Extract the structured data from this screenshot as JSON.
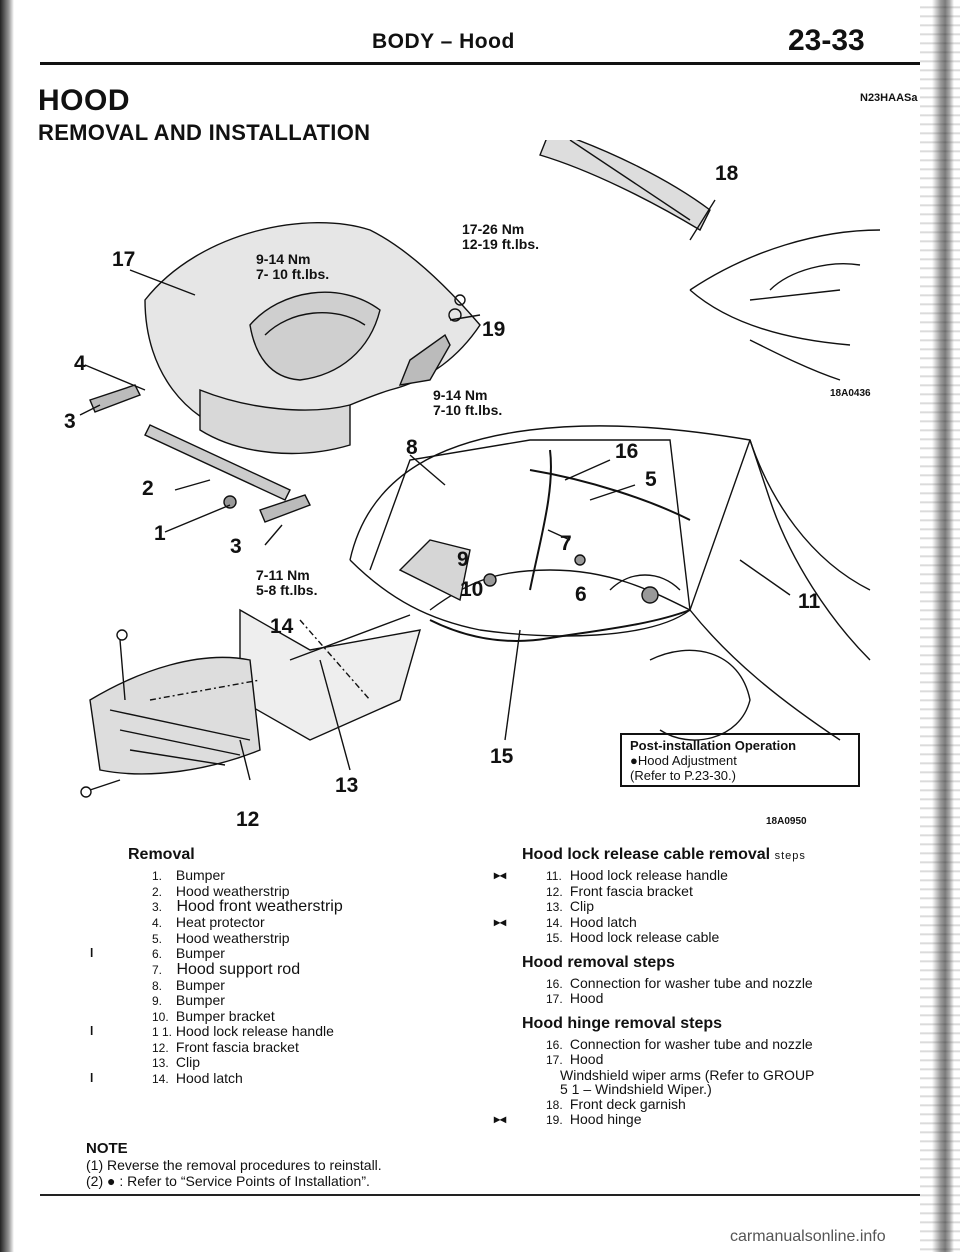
{
  "header": {
    "title": "BODY – Hood",
    "page": "23-33"
  },
  "section": {
    "title": "HOOD",
    "code": "N23HAASa",
    "subtitle": "REMOVAL AND INSTALLATION"
  },
  "diagram": {
    "callouts": [
      "1",
      "2",
      "3",
      "3",
      "4",
      "5",
      "6",
      "7",
      "8",
      "9",
      "10",
      "11",
      "12",
      "13",
      "14",
      "15",
      "16",
      "17",
      "18",
      "19"
    ],
    "torques": {
      "t1": "17-26 Nm\n12-19 ft.lbs.",
      "t2": "9-14 Nm\n7- 10 ft.lbs.",
      "t3": "9-14 Nm\n7-10 ft.lbs.",
      "t4": "7-11 Nm\n5-8 ft.lbs."
    },
    "fig_codes": [
      "18A0436",
      "18A0950"
    ],
    "post_installation": {
      "title": "Post-installation Operation",
      "line1": "●Hood Adjustment",
      "line2": "(Refer to P.23-30.)"
    }
  },
  "removal": {
    "heading": "Removal",
    "items": [
      {
        "num": "1.",
        "text": "Bumper",
        "mark": ""
      },
      {
        "num": "2.",
        "text": "Hood weatherstrip",
        "mark": ""
      },
      {
        "num": "3.",
        "text": "Hood front weatherstrip",
        "mark": ""
      },
      {
        "num": "4.",
        "text": "Heat protector",
        "mark": ""
      },
      {
        "num": "5.",
        "text": "Hood weatherstrip",
        "mark": ""
      },
      {
        "num": "6.",
        "text": "Bumper",
        "mark": "l"
      },
      {
        "num": "7.",
        "text": "Hood support rod",
        "mark": ""
      },
      {
        "num": "8.",
        "text": "Bumper",
        "mark": ""
      },
      {
        "num": "9.",
        "text": "Bumper",
        "mark": ""
      },
      {
        "num": "10.",
        "text": "Bumper bracket",
        "mark": ""
      },
      {
        "num": "1 1.",
        "text": "Hood lock release handle",
        "mark": "l"
      },
      {
        "num": "12.",
        "text": "Front fascia bracket",
        "mark": ""
      },
      {
        "num": "13.",
        "text": "Clip",
        "mark": ""
      },
      {
        "num": "14.",
        "text": "Hood latch",
        "mark": "l"
      }
    ]
  },
  "cable": {
    "heading": "Hood lock release cable removal",
    "heading_suffix": "steps",
    "items": [
      {
        "num": "11.",
        "text": "Hood lock release handle",
        "mark": "▸◂"
      },
      {
        "num": "12.",
        "text": "Front fascia bracket",
        "mark": ""
      },
      {
        "num": "13.",
        "text": "Clip",
        "mark": ""
      },
      {
        "num": "14.",
        "text": "Hood latch",
        "mark": "▸◂"
      },
      {
        "num": "15.",
        "text": "Hood lock release cable",
        "mark": ""
      }
    ]
  },
  "hood_removal": {
    "heading": "Hood removal steps",
    "items": [
      {
        "num": "16.",
        "text": "Connection for washer tube and nozzle"
      },
      {
        "num": "17.",
        "text": "Hood"
      }
    ]
  },
  "hinge": {
    "heading": "Hood hinge removal steps",
    "items": [
      {
        "num": "16.",
        "text": "Connection for washer tube and nozzle",
        "mark": ""
      },
      {
        "num": "17.",
        "text": "Hood",
        "mark": ""
      },
      {
        "num": "",
        "text": "Windshield wiper arms (Refer to GROUP",
        "mark": ""
      },
      {
        "num": "",
        "text": "5 1 – Windshield Wiper.)",
        "mark": ""
      },
      {
        "num": "18.",
        "text": "Front deck garnish",
        "mark": ""
      },
      {
        "num": "19.",
        "text": "Hood hinge",
        "mark": "▸◂"
      }
    ]
  },
  "note": {
    "title": "NOTE",
    "line1": "(1) Reverse the removal procedures to reinstall.",
    "line2": "(2) ● : Refer to “Service Points of Installation”."
  },
  "watermark": "carmanualsonline.info"
}
